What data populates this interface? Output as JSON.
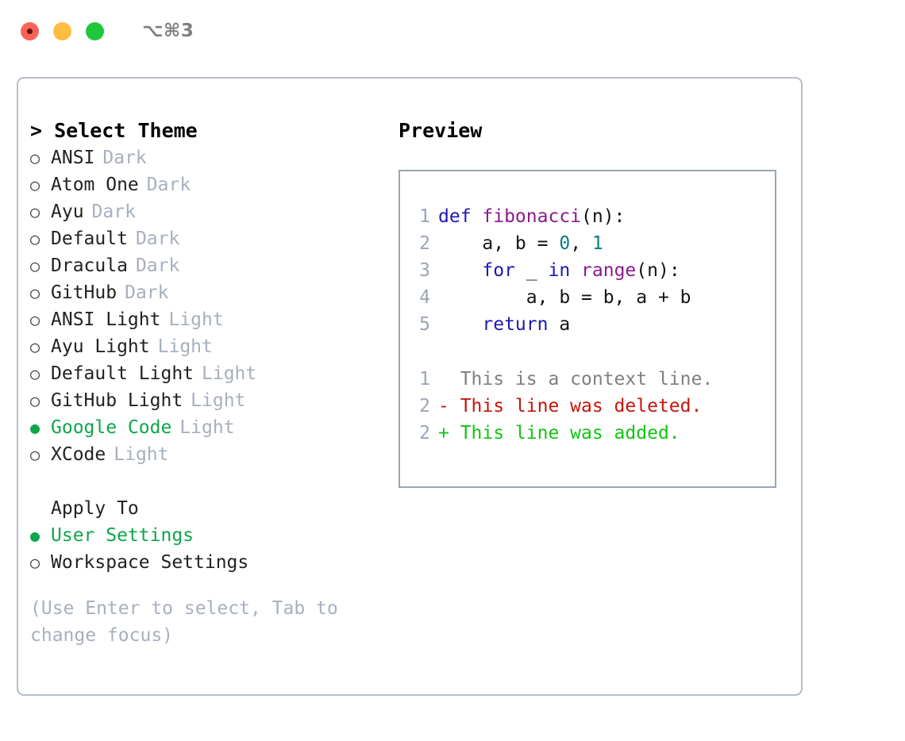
{
  "titlebar": {
    "shortcut": "⌥⌘3",
    "buttons": [
      "close",
      "minimize",
      "maximize"
    ]
  },
  "theme_selector": {
    "title": "> Select Theme",
    "items": [
      {
        "marker": "○",
        "selected": false,
        "name": "ANSI",
        "variant": "Dark"
      },
      {
        "marker": "○",
        "selected": false,
        "name": "Atom One",
        "variant": "Dark"
      },
      {
        "marker": "○",
        "selected": false,
        "name": "Ayu",
        "variant": "Dark"
      },
      {
        "marker": "○",
        "selected": false,
        "name": "Default",
        "variant": "Dark"
      },
      {
        "marker": "○",
        "selected": false,
        "name": "Dracula",
        "variant": "Dark"
      },
      {
        "marker": "○",
        "selected": false,
        "name": "GitHub",
        "variant": "Dark"
      },
      {
        "marker": "○",
        "selected": false,
        "name": "ANSI Light",
        "variant": "Light"
      },
      {
        "marker": "○",
        "selected": false,
        "name": "Ayu Light",
        "variant": "Light"
      },
      {
        "marker": "○",
        "selected": false,
        "name": "Default Light",
        "variant": "Light"
      },
      {
        "marker": "○",
        "selected": false,
        "name": "GitHub Light",
        "variant": "Light"
      },
      {
        "marker": "●",
        "selected": true,
        "name": "Google Code",
        "variant": "Light"
      },
      {
        "marker": "○",
        "selected": false,
        "name": "XCode",
        "variant": "Light"
      }
    ]
  },
  "apply_to": {
    "title": "Apply To",
    "items": [
      {
        "marker": "●",
        "selected": true,
        "name": "User Settings"
      },
      {
        "marker": "○",
        "selected": false,
        "name": "Workspace Settings"
      }
    ]
  },
  "hint": "(Use Enter to select, Tab to change focus)",
  "preview": {
    "title": "Preview",
    "code_lines": [
      {
        "no": "1",
        "tokens": [
          {
            "t": "def ",
            "c": "kw"
          },
          {
            "t": "fibonacci",
            "c": "fn"
          },
          {
            "t": "(n):",
            "c": "pl"
          }
        ]
      },
      {
        "no": "2",
        "tokens": [
          {
            "t": "    a, b = ",
            "c": "pl"
          },
          {
            "t": "0",
            "c": "num"
          },
          {
            "t": ", ",
            "c": "pl"
          },
          {
            "t": "1",
            "c": "num"
          }
        ]
      },
      {
        "no": "3",
        "tokens": [
          {
            "t": "    ",
            "c": "pl"
          },
          {
            "t": "for",
            "c": "kw"
          },
          {
            "t": " _ ",
            "c": "pl"
          },
          {
            "t": "in",
            "c": "kw"
          },
          {
            "t": " ",
            "c": "pl"
          },
          {
            "t": "range",
            "c": "fn"
          },
          {
            "t": "(n):",
            "c": "pl"
          }
        ]
      },
      {
        "no": "4",
        "tokens": [
          {
            "t": "        a, b = b, a + b",
            "c": "pl"
          }
        ]
      },
      {
        "no": "5",
        "tokens": [
          {
            "t": "    ",
            "c": "pl"
          },
          {
            "t": "return",
            "c": "kw"
          },
          {
            "t": " a",
            "c": "pl"
          }
        ]
      }
    ],
    "diff_lines": [
      {
        "no": "1",
        "kind": "ctx",
        "text": "  This is a context line."
      },
      {
        "no": "2",
        "kind": "del",
        "text": "- This line was deleted."
      },
      {
        "no": "2",
        "kind": "add",
        "text": "+ This line was added."
      }
    ]
  },
  "colors": {
    "selected_green": "#0ea64a",
    "muted": "#a7b0bd",
    "keyword": "#1a1ab4",
    "function": "#8b1a8b",
    "number": "#0a7d7d",
    "diff_delete": "#c3170c",
    "diff_add": "#12c412",
    "diff_context": "#808080",
    "panel_border": "#b6bdc9",
    "preview_border": "#9aa5b4"
  }
}
